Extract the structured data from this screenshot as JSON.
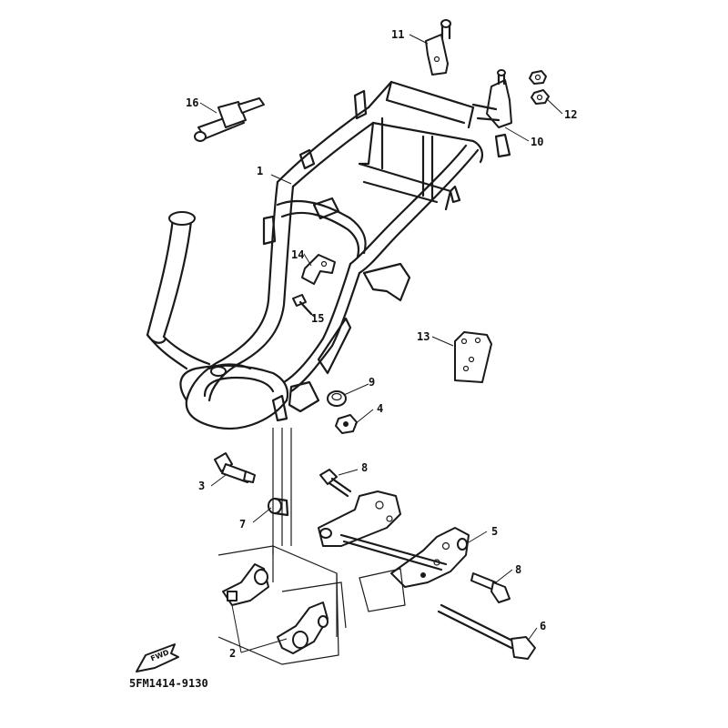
{
  "callouts": {
    "c1": "1",
    "c2": "2",
    "c3": "3",
    "c4": "4",
    "c5": "5",
    "c6": "6",
    "c7": "7",
    "c8a": "8",
    "c8b": "8",
    "c9": "9",
    "c10": "10",
    "c11": "11",
    "c12": "12",
    "c13": "13",
    "c14": "14",
    "c15": "15",
    "c16": "16"
  },
  "direction_label": "FWD",
  "diagram_code": "5FM1414-9130"
}
